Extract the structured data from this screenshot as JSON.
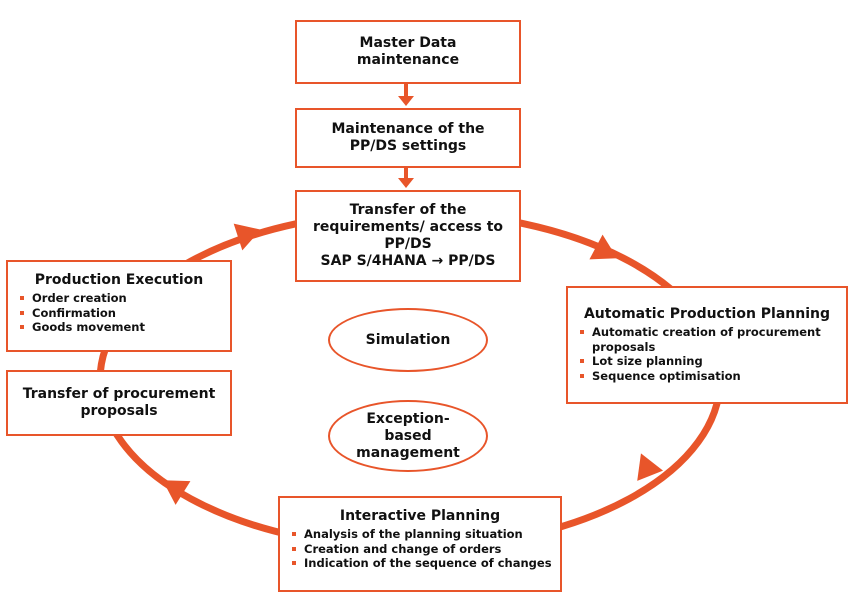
{
  "colors": {
    "accent": "#e8552a"
  },
  "boxes": {
    "master": {
      "text": "Master Data maintenance"
    },
    "settings": {
      "text": "Maintenance of the PP/DS settings"
    },
    "transfer_req": {
      "lines": [
        "Transfer of the",
        "requirements/ access to",
        "PP/DS",
        "SAP S/4HANA → PP/DS"
      ]
    },
    "auto": {
      "title": "Automatic Production Planning",
      "items": [
        "Automatic creation of procurement proposals",
        "Lot size planning",
        "Sequence optimisation"
      ]
    },
    "interactive": {
      "title": "Interactive Planning",
      "items": [
        "Analysis of the planning situation",
        "Creation and change of orders",
        "Indication of the sequence of changes"
      ]
    },
    "transfer_proc": {
      "text": "Transfer of procurement proposals"
    },
    "execution": {
      "title": "Production Execution",
      "items": [
        "Order creation",
        "Confirmation",
        "Goods movement"
      ]
    }
  },
  "ellipses": {
    "simulation": "Simulation",
    "exception": "Exception-based management"
  }
}
